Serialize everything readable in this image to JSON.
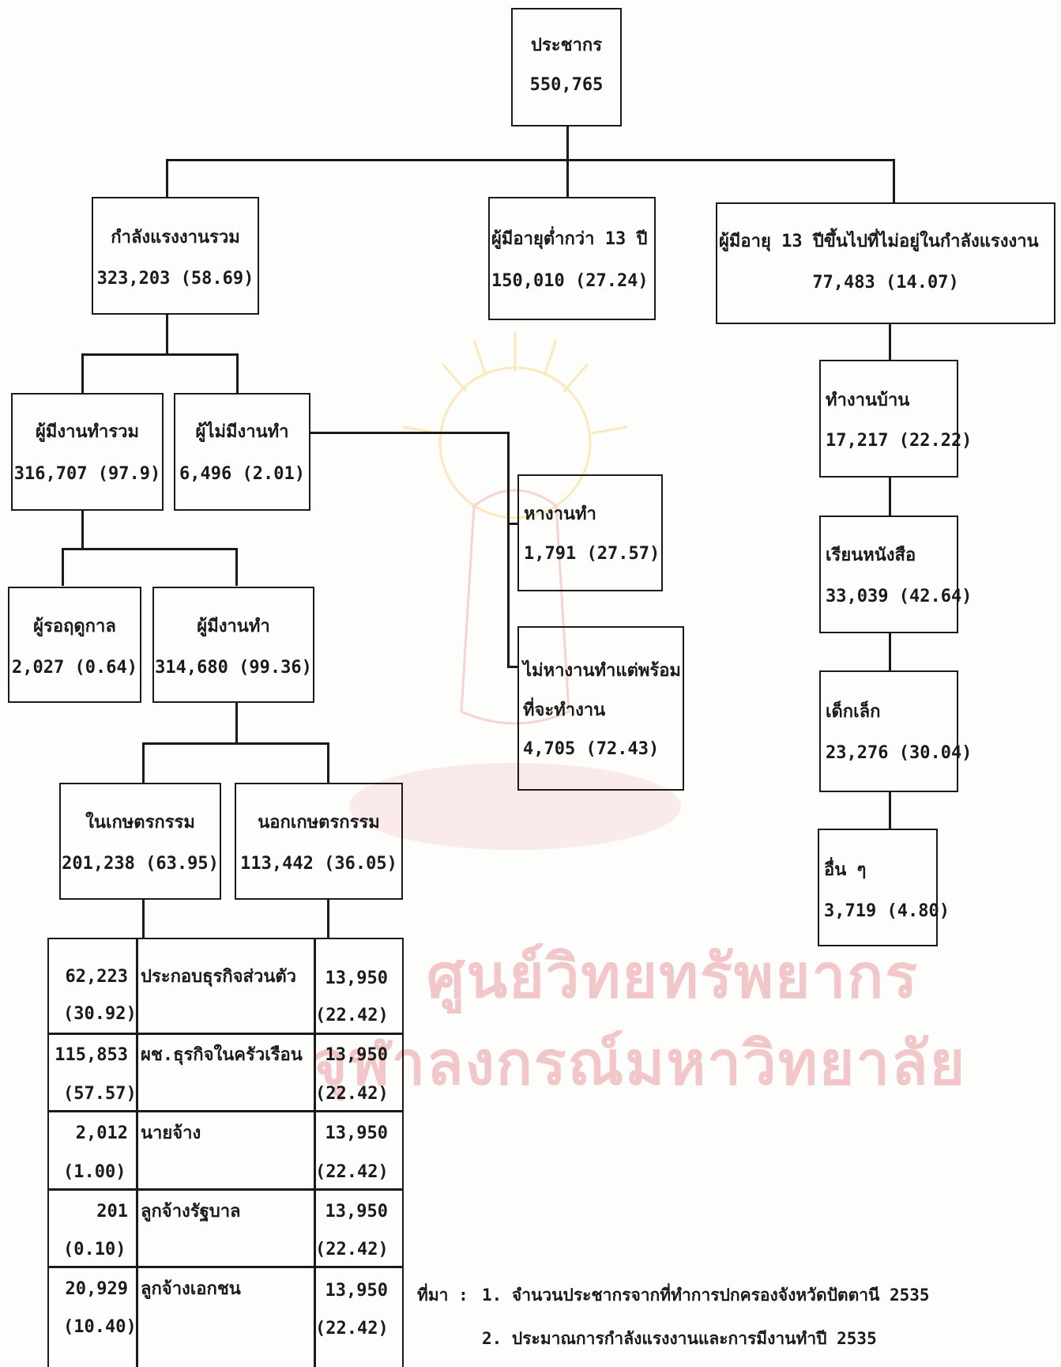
{
  "root": {
    "label": "ประชากร",
    "value": "550,765"
  },
  "level1": {
    "labor_force": {
      "label": "กำลังแรงงานรวม",
      "value": "323,203 (58.69)"
    },
    "under13": {
      "label": "ผู้มีอายุต่ำกว่า 13 ปี",
      "value": "150,010 (27.24)"
    },
    "not_in_labor": {
      "label": "ผู้มีอายุ 13 ปีขึ้นไปที่ไม่อยู่ในกำลังแรงงาน",
      "value": "77,483 (14.07)"
    }
  },
  "labor": {
    "employed_total": {
      "label": "ผู้มีงานทำรวม",
      "value": "316,707 (97.9)"
    },
    "unemployed": {
      "label": "ผู้ไม่มีงานทำ",
      "value": "6,496 (2.01)"
    },
    "seasonal": {
      "label": "ผู้รอฤดูกาล",
      "value": "2,027 (0.64)"
    },
    "employed": {
      "label": "ผู้มีงานทำ",
      "value": "314,680 (99.36)"
    },
    "agri": {
      "label": "ในเกษตรกรรม",
      "value": "201,238 (63.95)"
    },
    "nonagri": {
      "label": "นอกเกษตรกรรม",
      "value": "113,442 (36.05)"
    },
    "seeking": {
      "label": "หางานทำ",
      "value": "1,791 (27.57)"
    },
    "not_seeking": {
      "label1": "ไม่หางานทำแต่พร้อม",
      "label2": "ที่จะทำงาน",
      "value": "4,705 (72.43)"
    }
  },
  "not_labor": {
    "housework": {
      "label": "ทำงานบ้าน",
      "value": "17,217 (22.22)"
    },
    "study": {
      "label": "เรียนหนังสือ",
      "value": "33,039 (42.64)"
    },
    "children": {
      "label": "เด็กเล็ก",
      "value": "23,276 (30.04)"
    },
    "others": {
      "label": "อื่น ๆ",
      "value": "3,719 (4.80)"
    }
  },
  "status_table": {
    "rows": [
      {
        "left_value": "62,223",
        "left_pct": "(30.92)",
        "label": "ประกอบธุรกิจส่วนตัว",
        "right_value": "13,950",
        "right_pct": "(22.42)"
      },
      {
        "left_value": "115,853",
        "left_pct": "(57.57)",
        "label": "ผช.ธุรกิจในครัวเรือน",
        "right_value": "13,950",
        "right_pct": "(22.42)"
      },
      {
        "left_value": "2,012",
        "left_pct": "(1.00)",
        "label": "นายจ้าง",
        "right_value": "13,950",
        "right_pct": "(22.42)"
      },
      {
        "left_value": "201",
        "left_pct": "(0.10)",
        "label": "ลูกจ้างรัฐบาล",
        "right_value": "13,950",
        "right_pct": "(22.42)"
      },
      {
        "left_value": "20,929",
        "left_pct": "(10.40)",
        "label": "ลูกจ้างเอกชน",
        "right_value": "13,950",
        "right_pct": "(22.42)"
      }
    ]
  },
  "source": {
    "prefix": "ที่มา :",
    "items": [
      "1. จำนวนประชากรจากที่ทำการปกครองจังหวัดปัตตานี 2535",
      "2. ประมาณการกำลังแรงงานและการมีงานทำปี 2535"
    ]
  },
  "watermark": {
    "line1": "ศูนย์วิทยทรัพยากร",
    "line2": "จุฬาลงกรณ์มหาวิทยาลัย",
    "color": "#f2c7c9"
  }
}
